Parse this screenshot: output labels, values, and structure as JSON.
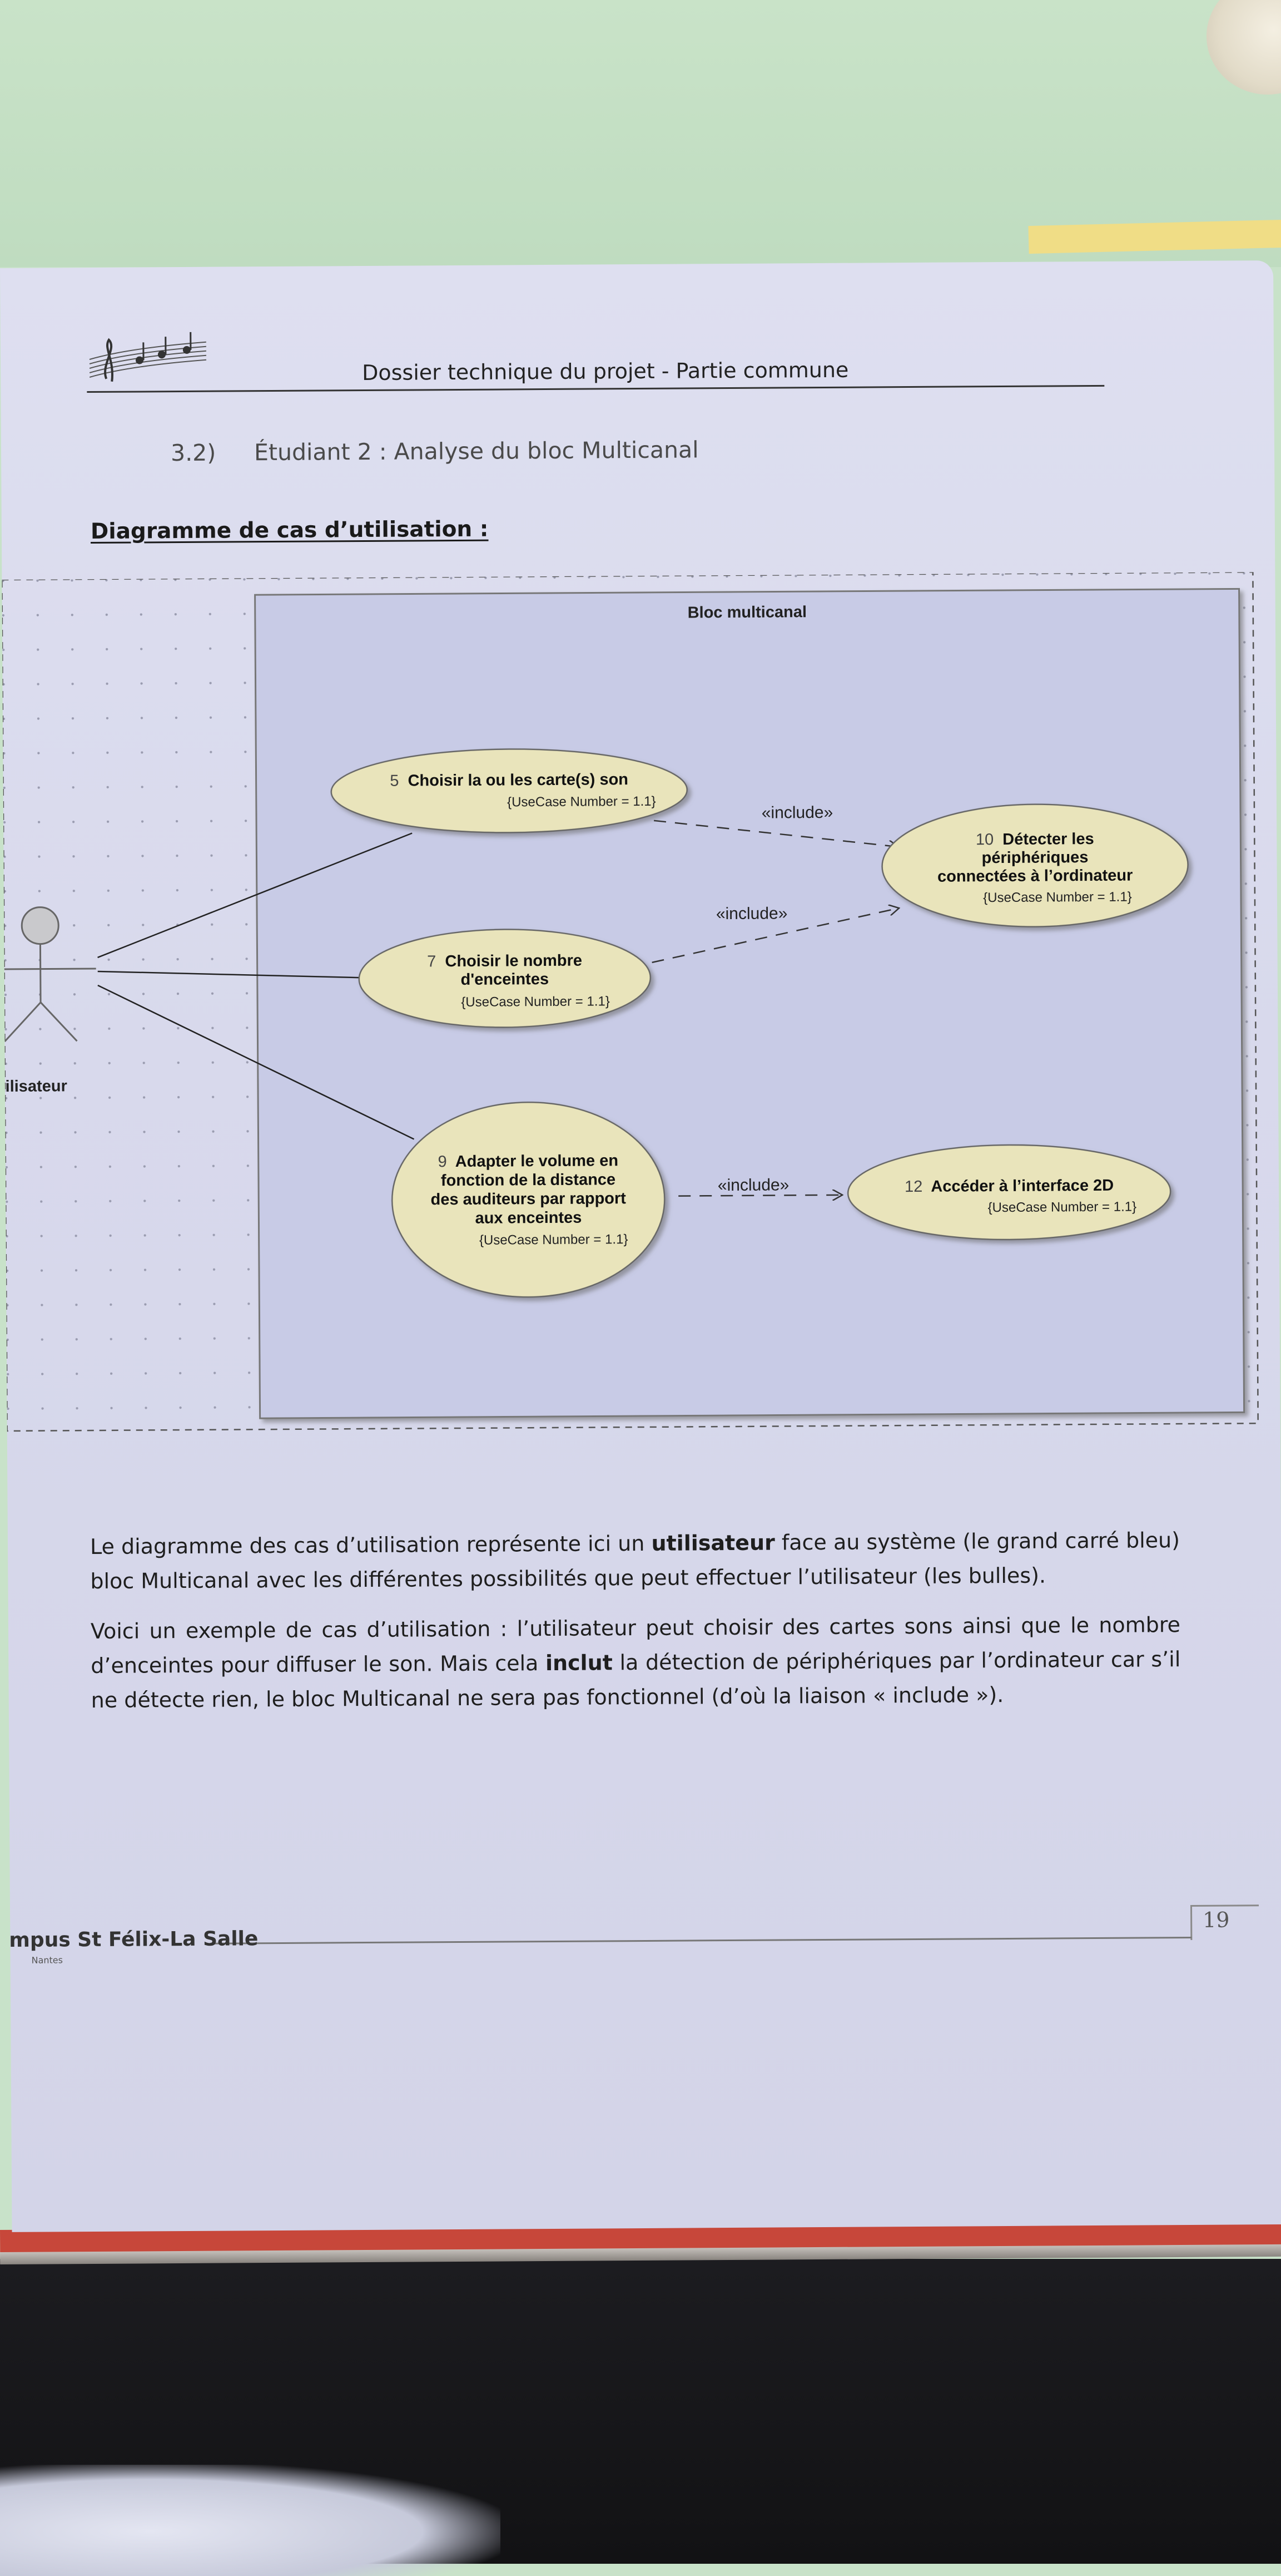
{
  "header": {
    "title": "Dossier technique du projet  -  Partie commune"
  },
  "section": {
    "number": "3.2)",
    "title": "Étudiant 2 : Analyse du bloc Multicanal"
  },
  "diagram_heading": "Diagramme de cas d’utilisation :",
  "diagram": {
    "system_title": "Bloc multicanal",
    "actor_label": "Utilisateur",
    "include_label": "«include»",
    "use_cases": [
      {
        "number": "5",
        "lines": [
          "Choisir la ou les carte(s) son"
        ],
        "tag": "{UseCase Number = 1.1}"
      },
      {
        "number": "10",
        "lines": [
          "Détecter les",
          "périphériques",
          "connectées à l’ordinateur"
        ],
        "tag": "{UseCase Number = 1.1}"
      },
      {
        "number": "7",
        "lines": [
          "Choisir le nombre",
          "d'enceintes"
        ],
        "tag": "{UseCase Number = 1.1}"
      },
      {
        "number": "9",
        "lines": [
          "Adapter le volume en",
          "fonction de la distance",
          "des auditeurs par rapport",
          "aux enceintes"
        ],
        "tag": "{UseCase Number = 1.1}"
      },
      {
        "number": "12",
        "lines": [
          "Accéder à l’interface 2D"
        ],
        "tag": "{UseCase Number = 1.1}"
      }
    ]
  },
  "paragraphs": {
    "p1": {
      "before": "Le diagramme des cas d’utilisation représente ici un ",
      "bold": "utilisateur",
      "after": " face au système (le grand carré bleu) bloc Multicanal avec les différentes possibilités que peut effectuer l’utilisateur (les bulles)."
    },
    "p2": {
      "before": "Voici un exemple de cas d’utilisation : l’utilisateur peut choisir des cartes sons ainsi que le nombre d’enceintes pour diffuser le son. Mais cela ",
      "bold": "inclut",
      "after": " la détection de périphériques par l’ordinateur car s’il ne détecte rien, le bloc Multicanal ne sera pas fonctionnel (d’où la liaison « include »)."
    }
  },
  "footer": {
    "school": "mpus St Félix-La Salle",
    "city": "Nantes",
    "page_number": "19"
  },
  "colors": {
    "use_case_fill": "#e9e4bb",
    "system_fill": "#c6cae6"
  },
  "icons": {
    "logo": "music-staff-logo"
  }
}
